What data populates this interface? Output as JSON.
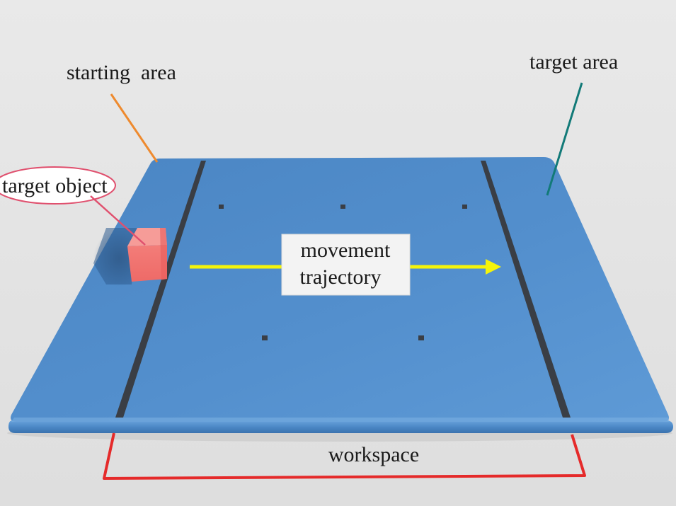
{
  "labels": {
    "starting_area": "starting  area",
    "target_area": "target area",
    "target_object": "target object",
    "movement_trajectory_line1": "movement",
    "movement_trajectory_line2": "trajectory",
    "workspace": "workspace"
  },
  "colors": {
    "background": "#e9e9e9",
    "board_top": "#4d8ac8",
    "board_edge": "#3f7ab9",
    "stripe": "#3a3e45",
    "target_object": "#f07470",
    "trajectory_arrow": "#f4f40a",
    "starting_pointer": "#ee8a2e",
    "target_pointer": "#127a78",
    "object_pointer": "#e0506e",
    "workspace_bracket": "#e52a2a"
  }
}
